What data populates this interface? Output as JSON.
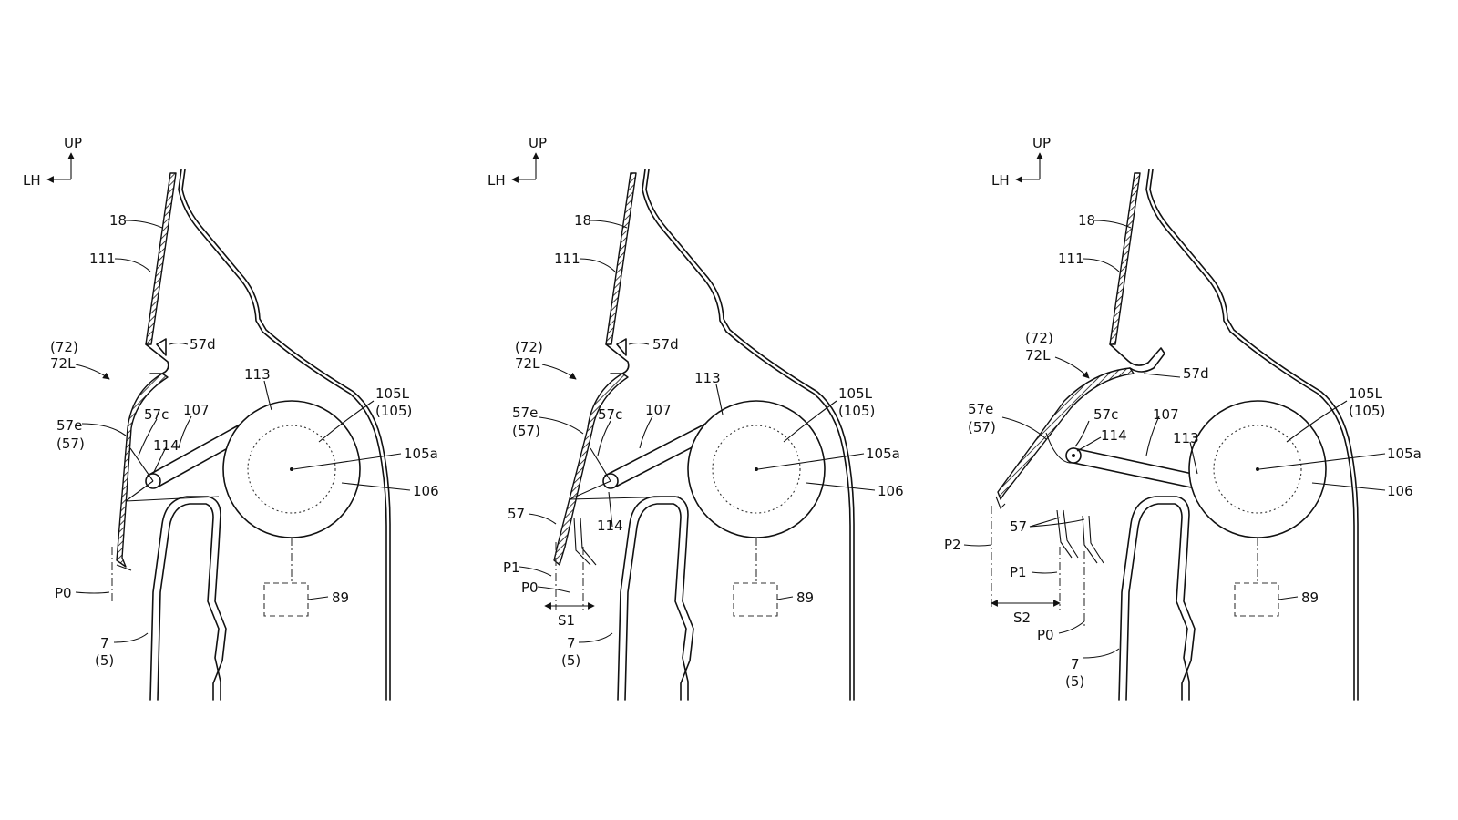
{
  "direction_labels": {
    "up": "UP",
    "lh": "LH"
  },
  "panels": [
    {
      "labels": {
        "l18": "18",
        "l111": "111",
        "l72": "(72)",
        "l72L": "72L",
        "l57d": "57d",
        "l57e": "57e",
        "l57": "(57)",
        "l57c": "57c",
        "l107": "107",
        "l113": "113",
        "l114": "114",
        "l105L": "105L",
        "l105": "(105)",
        "l105a": "105a",
        "l106": "106",
        "l89": "89",
        "lP0": "P0",
        "l7": "7",
        "l5": "(5)"
      }
    },
    {
      "labels": {
        "l18": "18",
        "l111": "111",
        "l72": "(72)",
        "l72L": "72L",
        "l57d": "57d",
        "l57e": "57e",
        "l57": "(57)",
        "l57c": "57c",
        "l107": "107",
        "l113": "113",
        "l114": "114",
        "l105L": "105L",
        "l105": "(105)",
        "l105a": "105a",
        "l106": "106",
        "l89": "89",
        "l57b": "57",
        "lP1": "P1",
        "lP0": "P0",
        "lS1": "S1",
        "l7": "7",
        "l5": "(5)"
      }
    },
    {
      "labels": {
        "l18": "18",
        "l111": "111",
        "l72": "(72)",
        "l72L": "72L",
        "l57d": "57d",
        "l57e": "57e",
        "l57": "(57)",
        "l57c": "57c",
        "l107": "107",
        "l113": "113",
        "l114": "114",
        "l105L": "105L",
        "l105": "(105)",
        "l105a": "105a",
        "l106": "106",
        "l89": "89",
        "l57b": "57",
        "lP2": "P2",
        "lP1": "P1",
        "lP0": "P0",
        "lS2": "S2",
        "l7": "7",
        "l5": "(5)"
      }
    }
  ]
}
